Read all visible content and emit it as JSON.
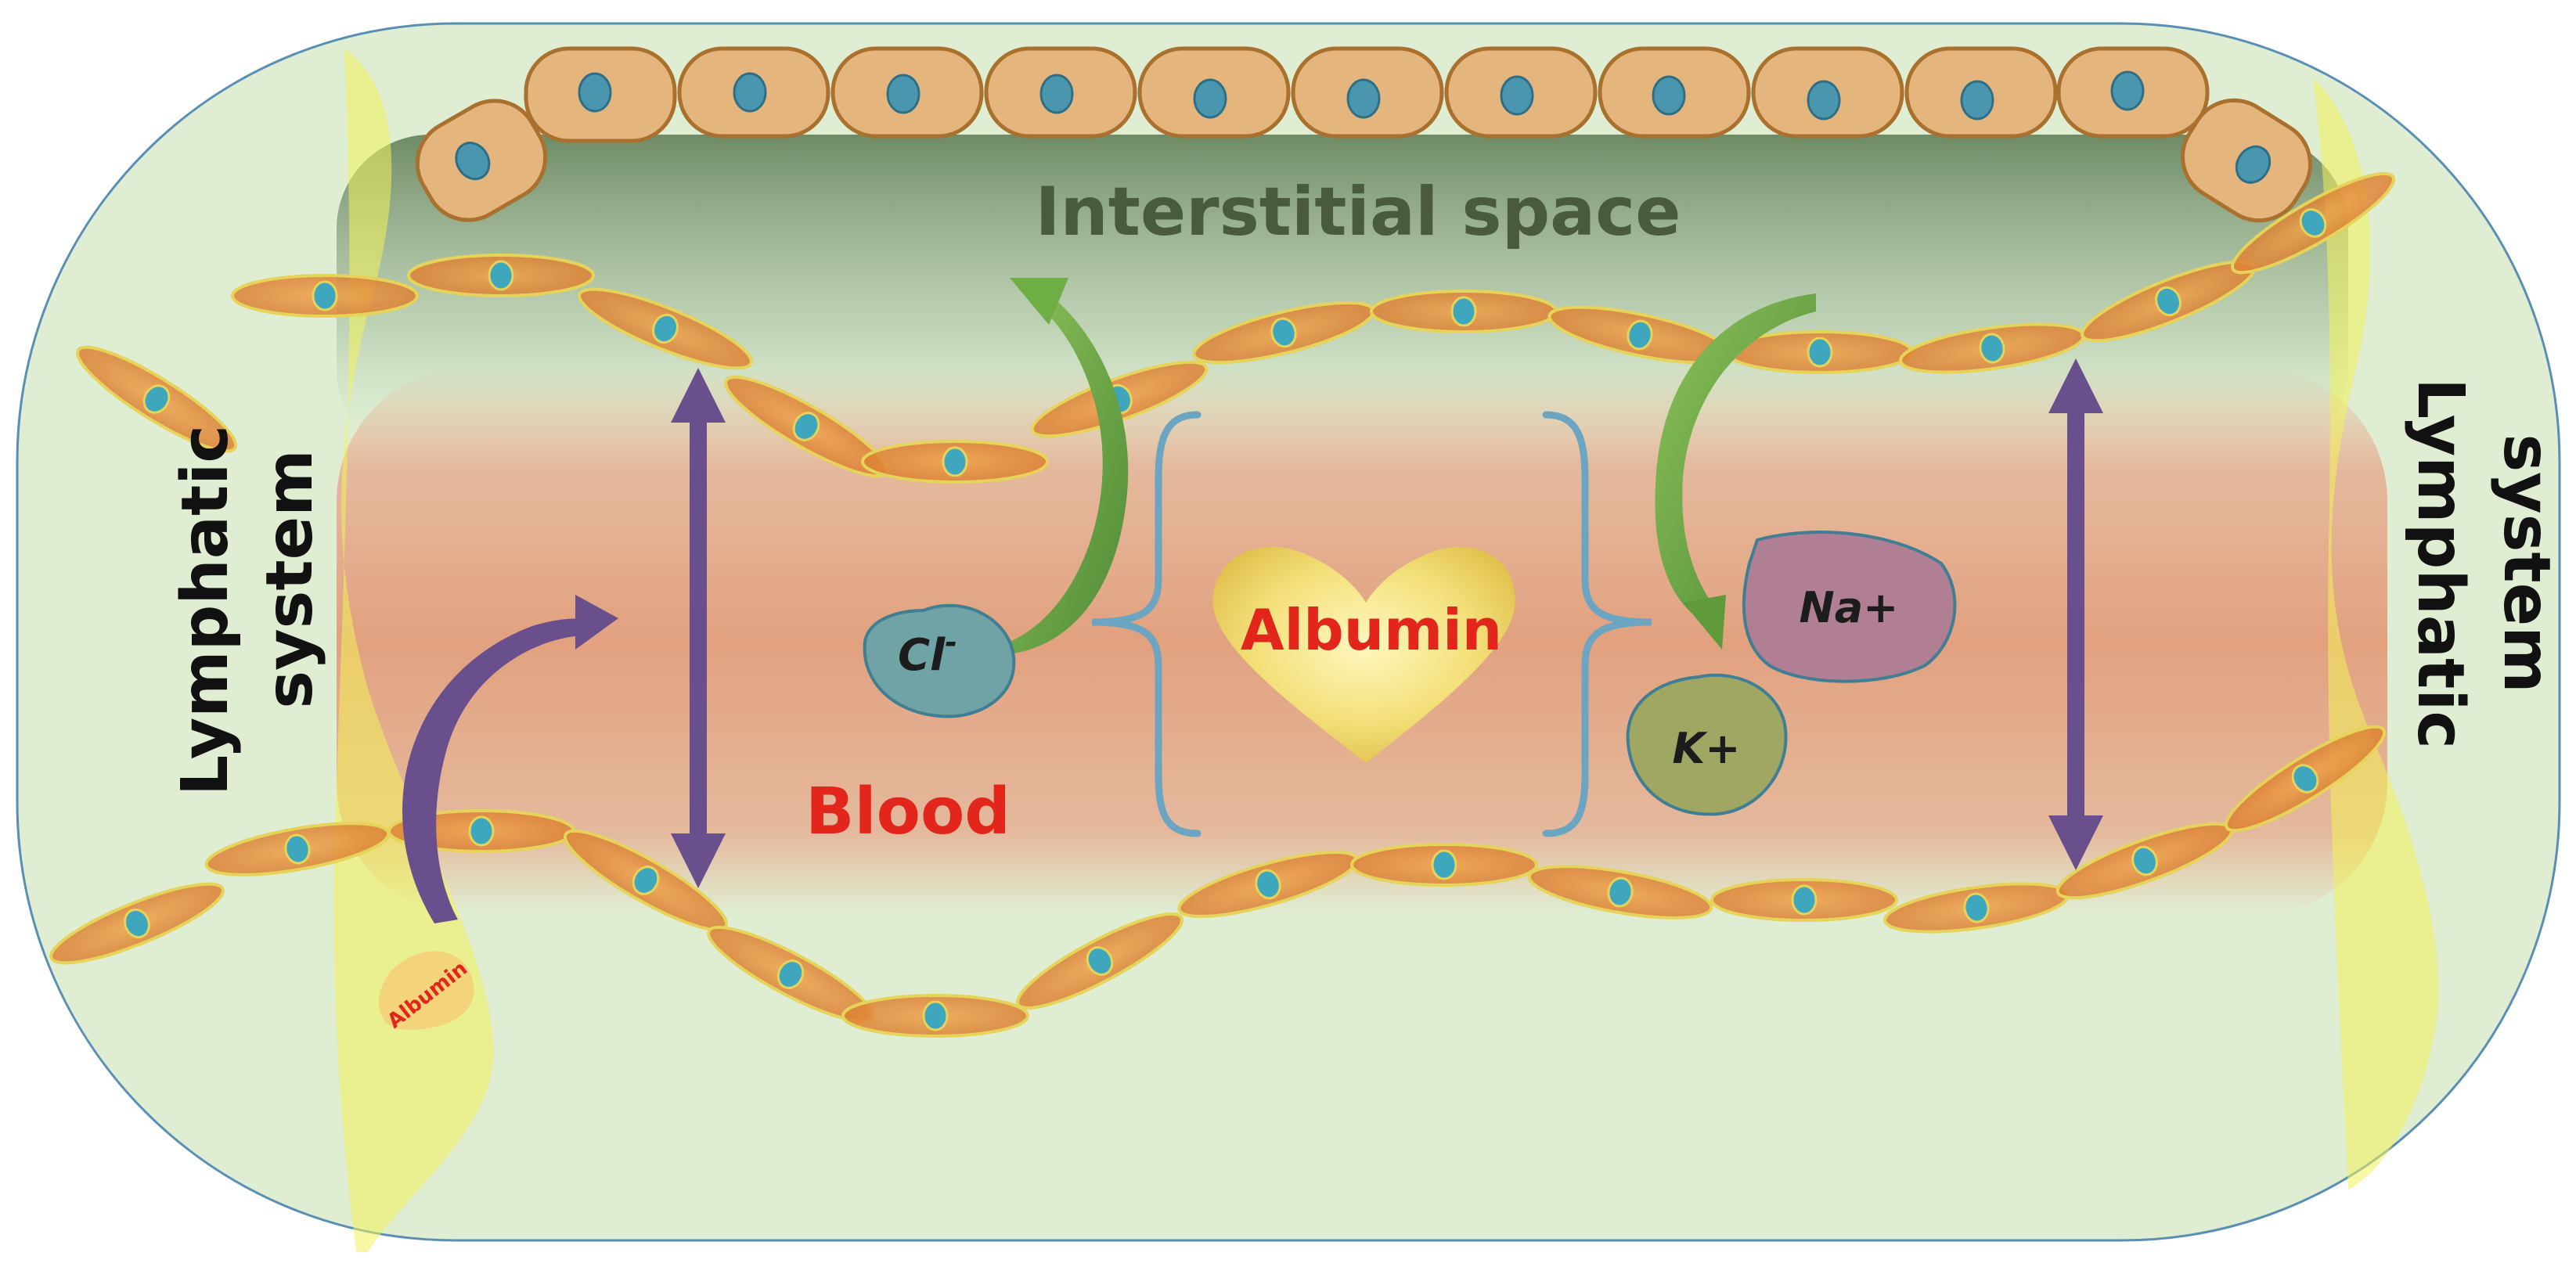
{
  "labels": {
    "interstitial": "Interstitial space",
    "blood": "Blood",
    "albumin_heart": "Albumin",
    "albumin_small": "Albumin",
    "cl_base": "Cl",
    "cl_sup": "-",
    "na": "Na+",
    "k": "K+",
    "lymph_left_1": "Lymphatic",
    "lymph_left_2": "system",
    "lymph_right_1": "Lymphatic",
    "lymph_right_2": "system"
  },
  "colors": {
    "background_tissue": "#dfeed3",
    "blood_vessel": "#e3a684",
    "cell_orange": "#e38d3d",
    "cell_nucleus": "#3fa7bd",
    "purple_arrow": "#6a4f8d",
    "green_arrow": "#5f9b3b",
    "bracket": "#6ba5c2",
    "title_text": "#4a5a3d",
    "red_text": "#e2261b"
  }
}
